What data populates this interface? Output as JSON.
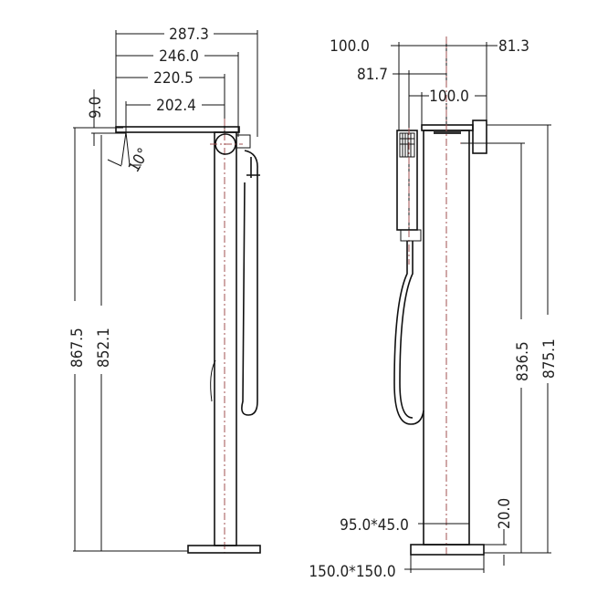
{
  "side_view": {
    "dims": {
      "overall_reach": "287.3",
      "handle_reach": "246.0",
      "center_reach": "220.5",
      "spout_reach": "202.4",
      "spout_thickness": "9.0",
      "spout_angle": "10°",
      "total_height": "867.5",
      "spout_height": "852.1"
    }
  },
  "front_view": {
    "dims": {
      "left_width": "100.0",
      "right_width": "81.3",
      "shower_offset": "81.7",
      "body_width": "100.0",
      "handle_height": "836.5",
      "total_height": "875.1",
      "base_thickness": "20.0",
      "column_section": "95.0*45.0",
      "base_size": "150.0*150.0"
    }
  }
}
